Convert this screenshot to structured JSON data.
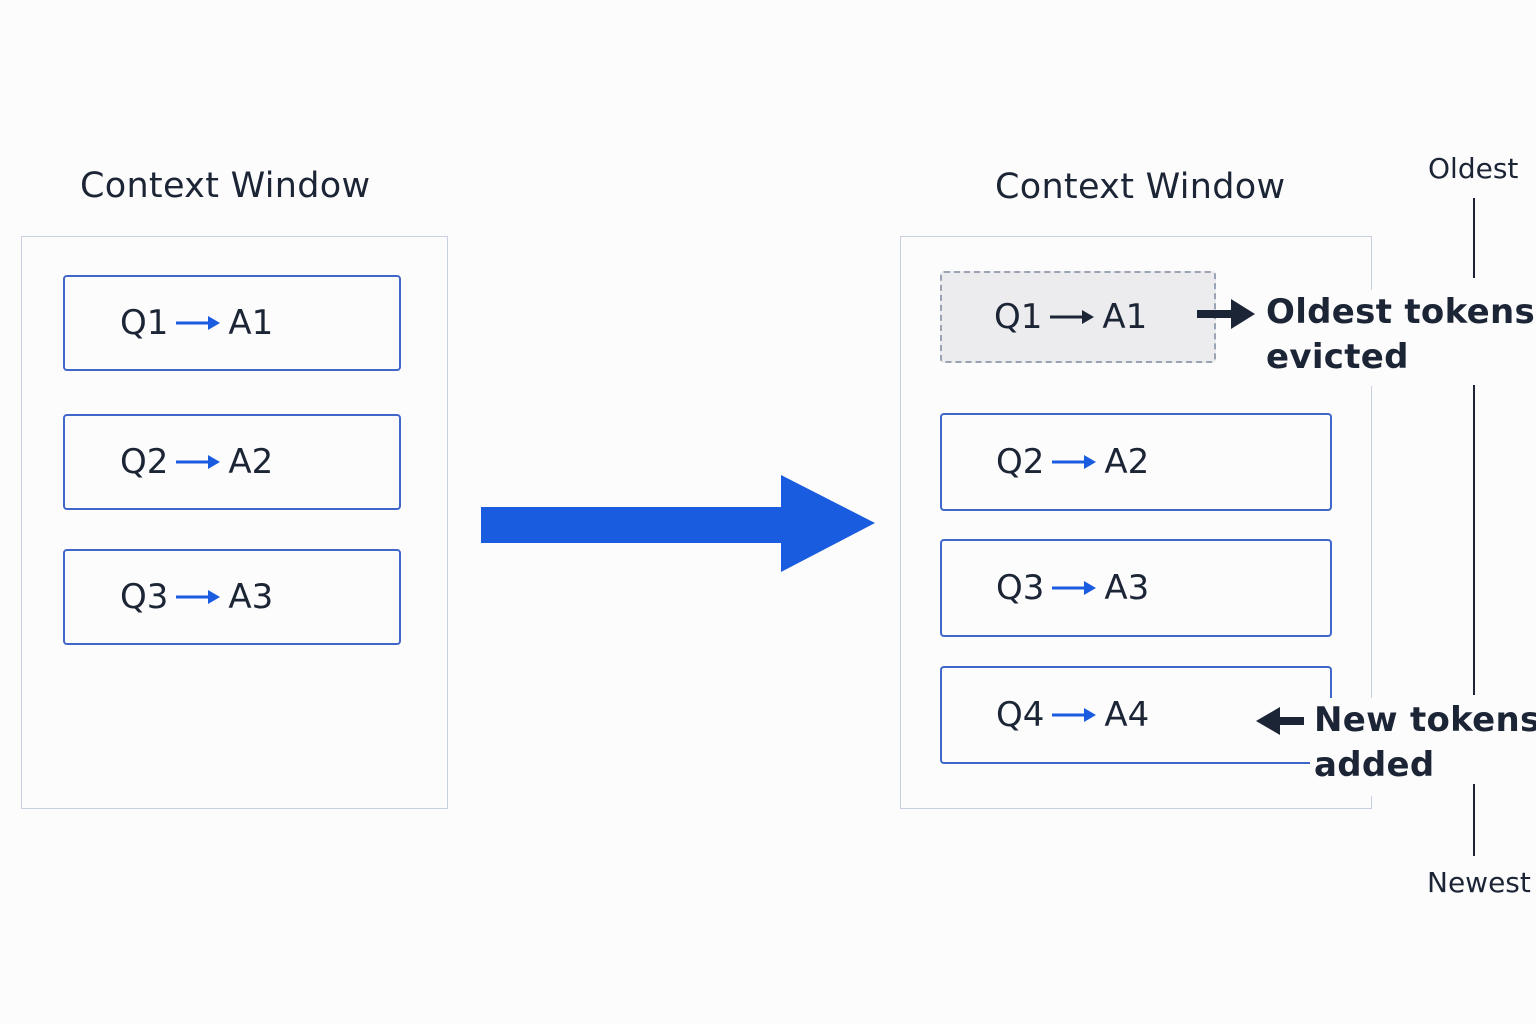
{
  "left_panel": {
    "title": "Context Window",
    "pairs": [
      {
        "q": "Q1",
        "a": "A1"
      },
      {
        "q": "Q2",
        "a": "A2"
      },
      {
        "q": "Q3",
        "a": "A3"
      }
    ]
  },
  "right_panel": {
    "title": "Context Window",
    "evicted_pair": {
      "q": "Q1",
      "a": "A1"
    },
    "pairs": [
      {
        "q": "Q2",
        "a": "A2"
      },
      {
        "q": "Q3",
        "a": "A3"
      },
      {
        "q": "Q4",
        "a": "A4"
      }
    ]
  },
  "annotations": {
    "evicted_line1": "Oldest tokens",
    "evicted_line2": "evicted",
    "added_line1": "New tokens",
    "added_line2": "added"
  },
  "timeline": {
    "top_label": "Oldest",
    "bottom_label": "Newest"
  },
  "colors": {
    "accent_blue": "#1a5ce0",
    "box_border": "#3f66c9",
    "text_dark": "#1c2535",
    "evicted_fill": "#ececef"
  },
  "icons": {
    "transition": "big-right-arrow",
    "qa_link": "small-right-arrow",
    "evict": "bold-right-arrow",
    "add": "bold-left-arrow"
  }
}
